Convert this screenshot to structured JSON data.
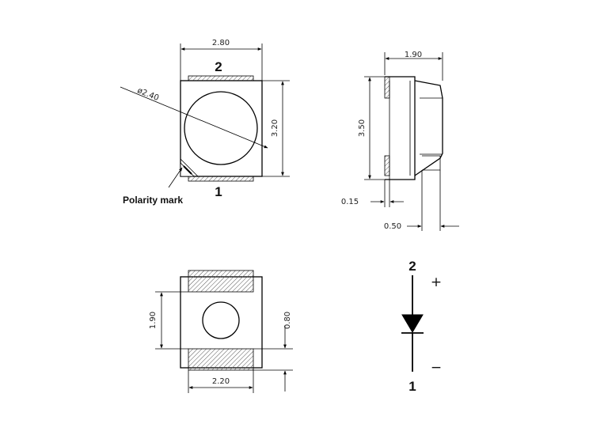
{
  "top_view": {
    "width_dim": "2.80",
    "height_dim": "3.20",
    "diameter_dim": "ø2.40",
    "pin_top": "2",
    "pin_bottom": "1",
    "polarity_label": "Polarity mark"
  },
  "side_view": {
    "width_dim": "1.90",
    "height_dim": "3.50",
    "dim_small": "0.15",
    "dim_lead": "0.50"
  },
  "bottom_view": {
    "height_dim": "1.90",
    "pad_dim": "0.80",
    "width_dim": "2.20"
  },
  "symbol": {
    "pin_anode": "2",
    "pin_cathode": "1",
    "plus_sign": "+",
    "minus_sign": "−"
  }
}
